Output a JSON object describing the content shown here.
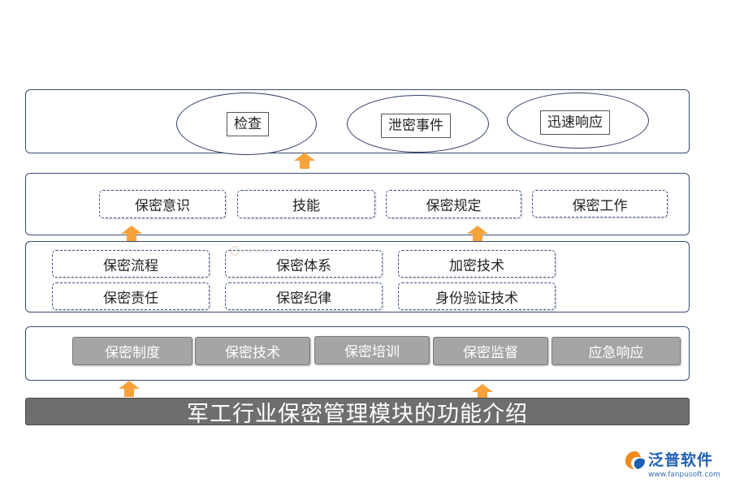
{
  "layer_top": {
    "items": [
      "检查",
      "泄密事件",
      "迅速响应"
    ]
  },
  "layer_2": {
    "items": [
      "保密意识",
      "技能",
      "保密规定",
      "保密工作"
    ]
  },
  "layer_3": {
    "row1": [
      "保密流程",
      "保密体系",
      "加密技术"
    ],
    "row2": [
      "保密责任",
      "保密纪律",
      "身份验证技术"
    ]
  },
  "layer_4": {
    "items": [
      "保密制度",
      "保密技术",
      "保密培训",
      "保密监督",
      "应急响应"
    ]
  },
  "title": "军工行业保密管理模块的功能介绍",
  "logo": {
    "name": "泛普软件",
    "url": "www.fanpusoft.com",
    "icon": "fanpu-logo-icon"
  },
  "colors": {
    "arrow": "#f7a23b",
    "panel_border": "#3b4a72",
    "gray_box": "#a5a5a5",
    "title_bar": "#6e6e6e",
    "logo_blue": "#1d5fb1",
    "logo_orange": "#f08a1c"
  }
}
